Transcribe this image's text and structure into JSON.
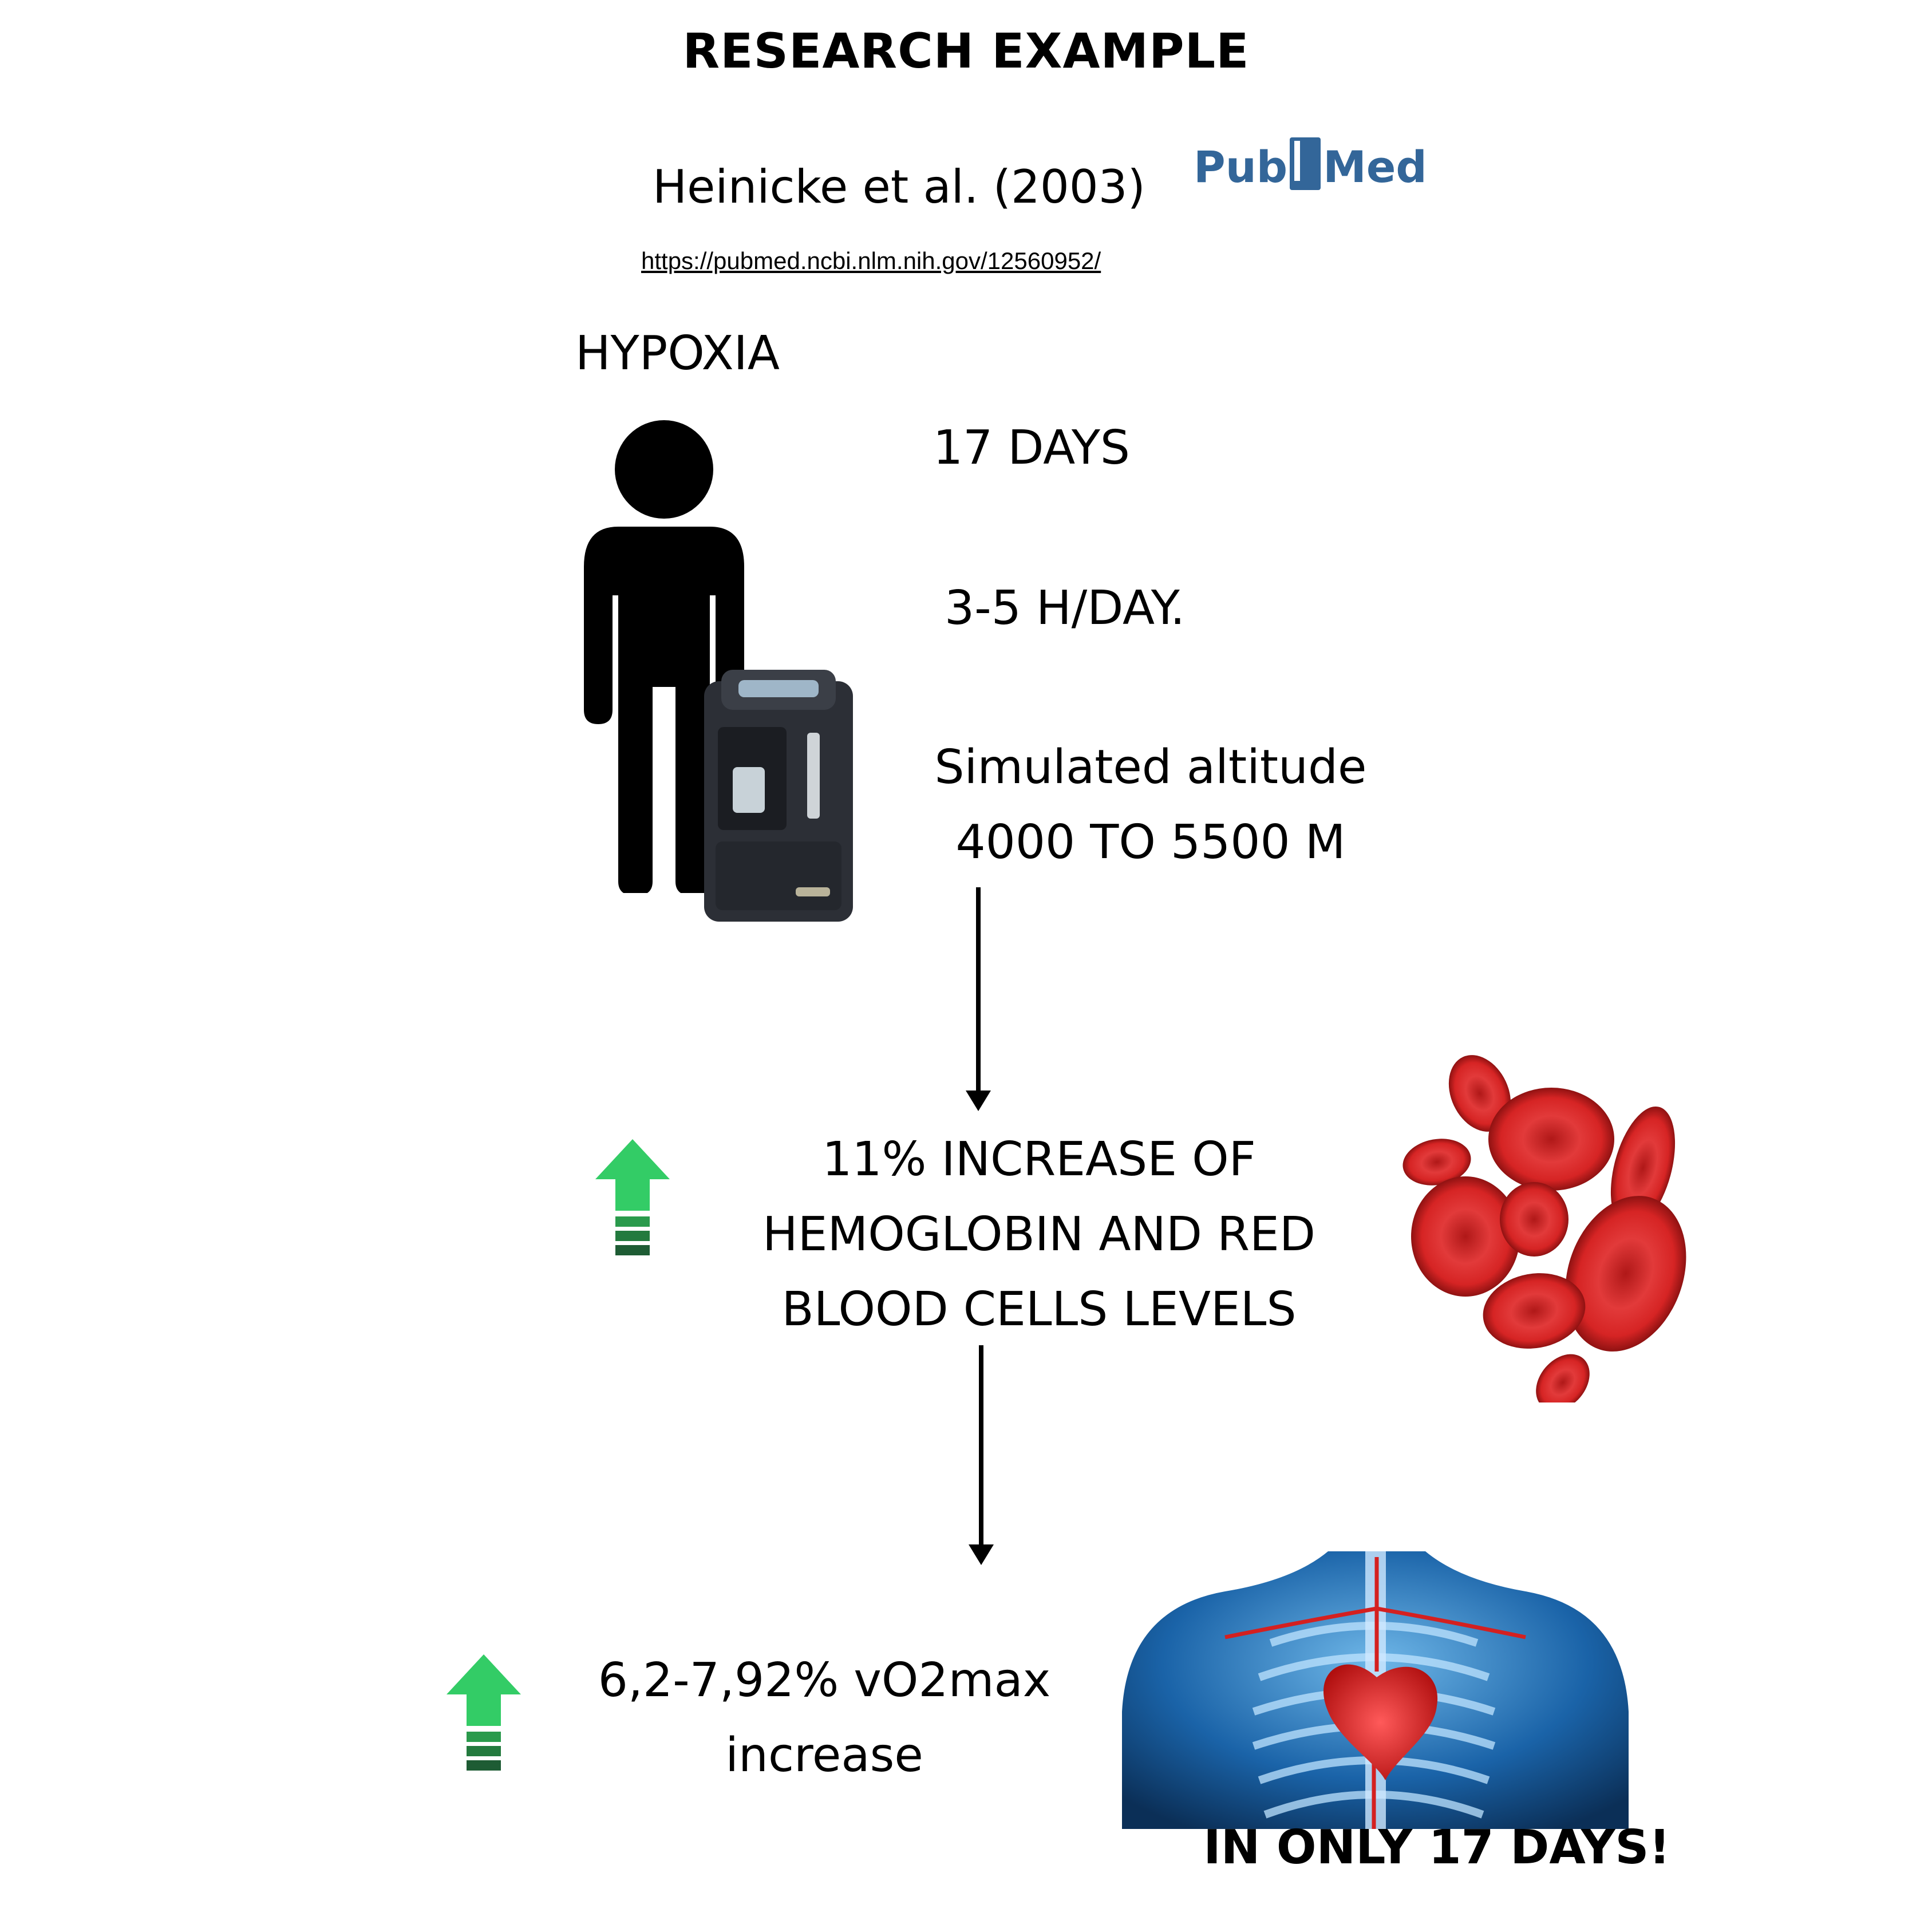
{
  "title": "RESEARCH EXAMPLE",
  "citation": "Heinicke et al. (2003)",
  "pubmed_logo": {
    "left": "Pub",
    "right": "Med",
    "color": "#336699"
  },
  "url": "https://pubmed.ncbi.nlm.nih.gov/12560952/",
  "hypoxia": "HYPOXIA",
  "duration_days": "17 DAYS",
  "hours_per_day": "3-5 H/DAY.",
  "altitude": {
    "line1": "Simulated altitude",
    "line2": "4000 TO 5500 M"
  },
  "result1": {
    "line1": "11% INCREASE OF",
    "line2": "HEMOGLOBIN AND RED",
    "line3": "BLOOD CELLS LEVELS"
  },
  "result2": {
    "line1": "6,2-7,92% vO2max",
    "line2": "increase"
  },
  "conclusion": "IN ONLY 17 DAYS!",
  "colors": {
    "arrow_up_light": "#33cc66",
    "arrow_up_dark": "#1e5c34",
    "blood": "#d62424",
    "body_blue": "#1a63a8"
  },
  "icons": [
    "person-silhouette-icon",
    "oxygen-concentrator-image",
    "green-up-arrow-icon",
    "red-blood-cells-image",
    "human-torso-heart-image"
  ]
}
